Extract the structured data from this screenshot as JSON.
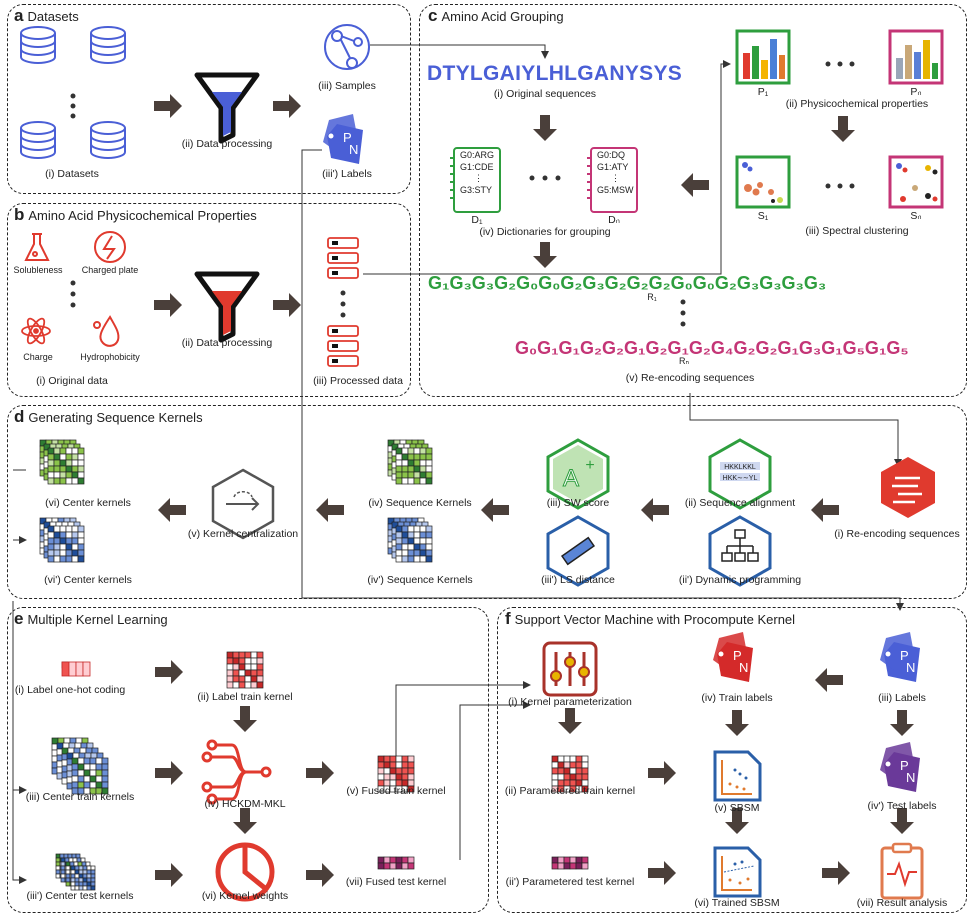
{
  "panels": {
    "a": {
      "letter": "a",
      "title": "Datasets"
    },
    "b": {
      "letter": "b",
      "title": "Amino Acid Physicochemical Properties"
    },
    "c": {
      "letter": "c",
      "title": "Amino Acid Grouping"
    },
    "d": {
      "letter": "d",
      "title": "Generating Sequence Kernels"
    },
    "e": {
      "letter": "e",
      "title": "Multiple Kernel Learning"
    },
    "f": {
      "letter": "f",
      "title": "Support Vector Machine with Procompute Kernel"
    }
  },
  "a": {
    "datasets": "(i) Datasets",
    "processing": "(ii) Data processing",
    "samples": "(iii) Samples",
    "labels": "(iii') Labels"
  },
  "b": {
    "solubleness": "Solubleness",
    "charged_plate": "Charged plate",
    "charge": "Charge",
    "hydrophobicity": "Hydrophobicity",
    "original": "(i) Original data",
    "processing": "(ii) Data processing",
    "processed": "(iii) Processed data"
  },
  "c": {
    "sequence": "DTYLGAIYLHLGANYSYS",
    "original": "(i) Original sequences",
    "d1": [
      "G0:ARG",
      "G1:CDE",
      "⋮",
      "G3:STY"
    ],
    "dn": [
      "G0:DQ",
      "G1:ATY",
      "⋮",
      "G5:MSW"
    ],
    "d1_label": "D₁",
    "dn_label": "Dₙ",
    "dict": "(iv) Dictionaries for grouping",
    "p1": "P₁",
    "pn": "Pₙ",
    "physico": "(ii) Physicochemical properties",
    "s1": "S₁",
    "sn": "Sₙ",
    "spectral": "(iii) Spectral clustering",
    "r1_seq": "G₁G₃G₃G₂G₀G₀G₂G₃G₂G₂G₂G₀G₀G₂G₃G₃G₃G₃",
    "r1": "R₁",
    "rn_seq": "G₀G₁G₁G₂G₂G₁G₂G₁G₂G₄G₂G₂G₁G₃G₁G₅G₁G₅",
    "rn": "Rₙ",
    "reencoding": "(v) Re-encoding sequences"
  },
  "d": {
    "reenc": "(i) Re-encoding sequences",
    "align": "(ii) Sequence alignment",
    "dp": "(ii') Dynamic programming",
    "sw": "(iii) SW score",
    "ls": "(iii') LS distance",
    "sk": "(iv) Sequence Kernels",
    "sk2": "(iv') Sequence Kernels",
    "kc": "(v) Kernel centralization",
    "ck": "(vi) Center kernels",
    "ck2": "(vi') Center kernels",
    "align_rows": [
      "HKKLKKL",
      "HKK∼∼YL"
    ]
  },
  "e": {
    "onehot": "(i) Label one-hot coding",
    "ltk": "(ii) Label train kernel",
    "ctk": "(iii) Center train kernels",
    "hck": "(iv) HCKDM-MKL",
    "ftk": "(v) Fused train kernel",
    "cte": "(iii') Center test kernels",
    "kw": "(vi) Kernel weights",
    "fte": "(vii) Fused test kernel"
  },
  "f": {
    "kp": "(i) Kernel parameterization",
    "trl": "(iv) Train labels",
    "lab": "(iii) Labels",
    "ptk": "(ii) Parametered train kernel",
    "sbsm": "(v) SBSM",
    "tel": "(iv') Test labels",
    "pte": "(ii') Parametered test kernel",
    "tsbsm": "(vi) Trained SBSM",
    "ra": "(vii) Result analysis",
    "tag_text": "P N"
  },
  "colors": {
    "blue": "#4a5fd6",
    "red": "#e03a2e",
    "green": "#2e9e3e",
    "magenta": "#c43576",
    "purple": "#6a3a99",
    "arrow": "#4a3f3a"
  }
}
